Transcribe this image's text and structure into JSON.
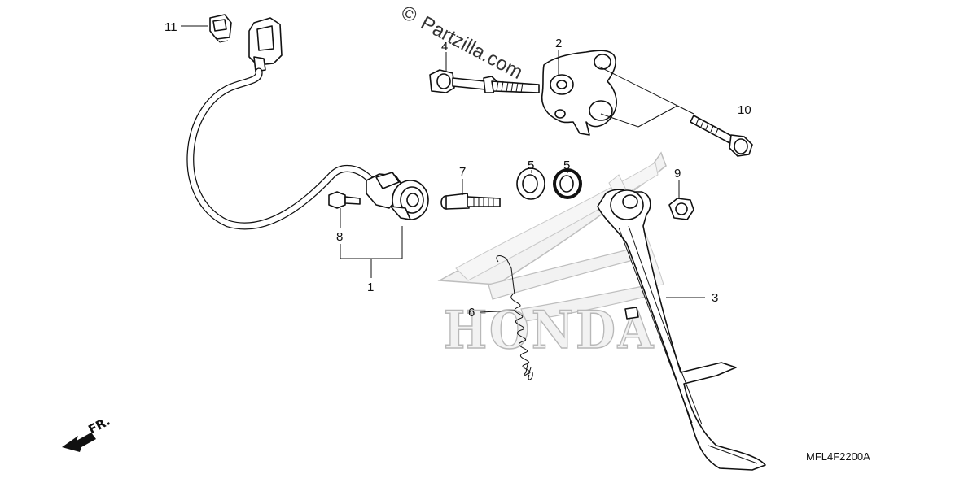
{
  "watermark": {
    "symbol": "©",
    "text": "Partzilla.com"
  },
  "brand_logo": {
    "text": "HONDA"
  },
  "direction_indicator": {
    "label": "FR."
  },
  "diagram_code": "MFL4F2200A",
  "callouts": {
    "c1": "1",
    "c2": "2",
    "c3": "3",
    "c4": "4",
    "c5a": "5",
    "c5b": "5",
    "c6": "6",
    "c7": "7",
    "c8": "8",
    "c9": "9",
    "c10": "10",
    "c11": "11"
  }
}
